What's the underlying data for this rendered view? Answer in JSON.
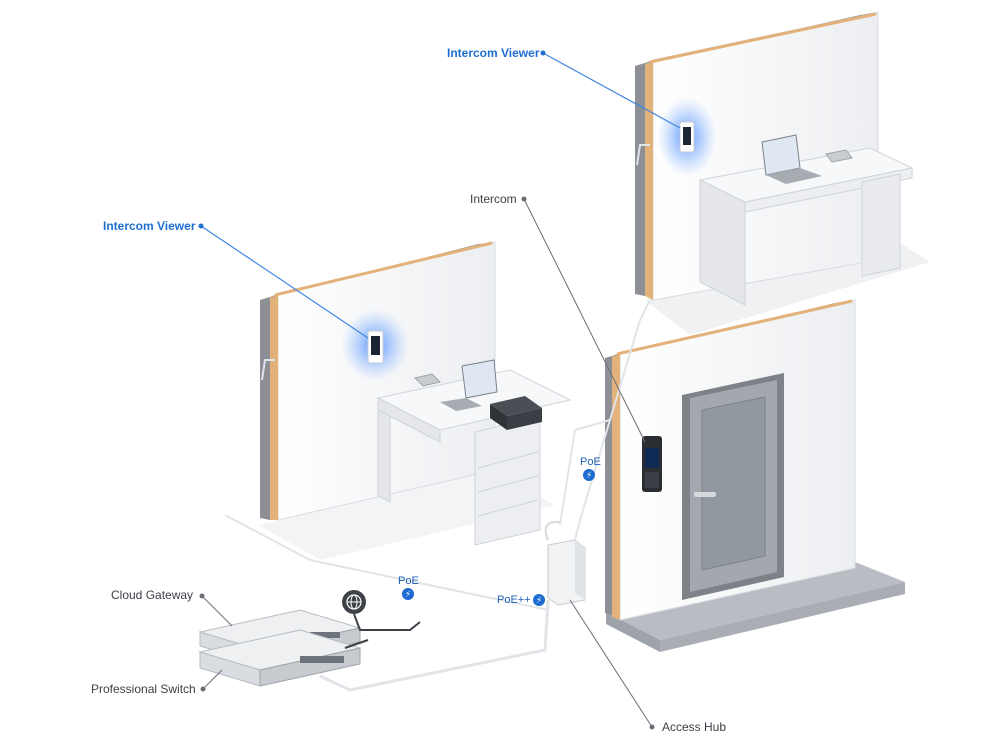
{
  "labels": {
    "intercom_viewer_top": "Intercom Viewer",
    "intercom_viewer_left": "Intercom Viewer",
    "intercom": "Intercom",
    "cloud_gateway": "Cloud Gateway",
    "professional_switch": "Professional Switch",
    "access_hub": "Access Hub"
  },
  "connections": {
    "poe_intercom": "PoE",
    "poe_viewer": "PoE",
    "poe_plus_hub": "PoE++"
  },
  "icons": {
    "power": "lightning-bolt-icon",
    "internet": "globe-icon"
  },
  "colors": {
    "accent_blue": "#1f6fd1",
    "callout_line": "#3f86df",
    "dark_line": "#5a5f66",
    "wall": "#f3f4f6",
    "insulation": "#e8b879",
    "door": "#8f949a"
  }
}
